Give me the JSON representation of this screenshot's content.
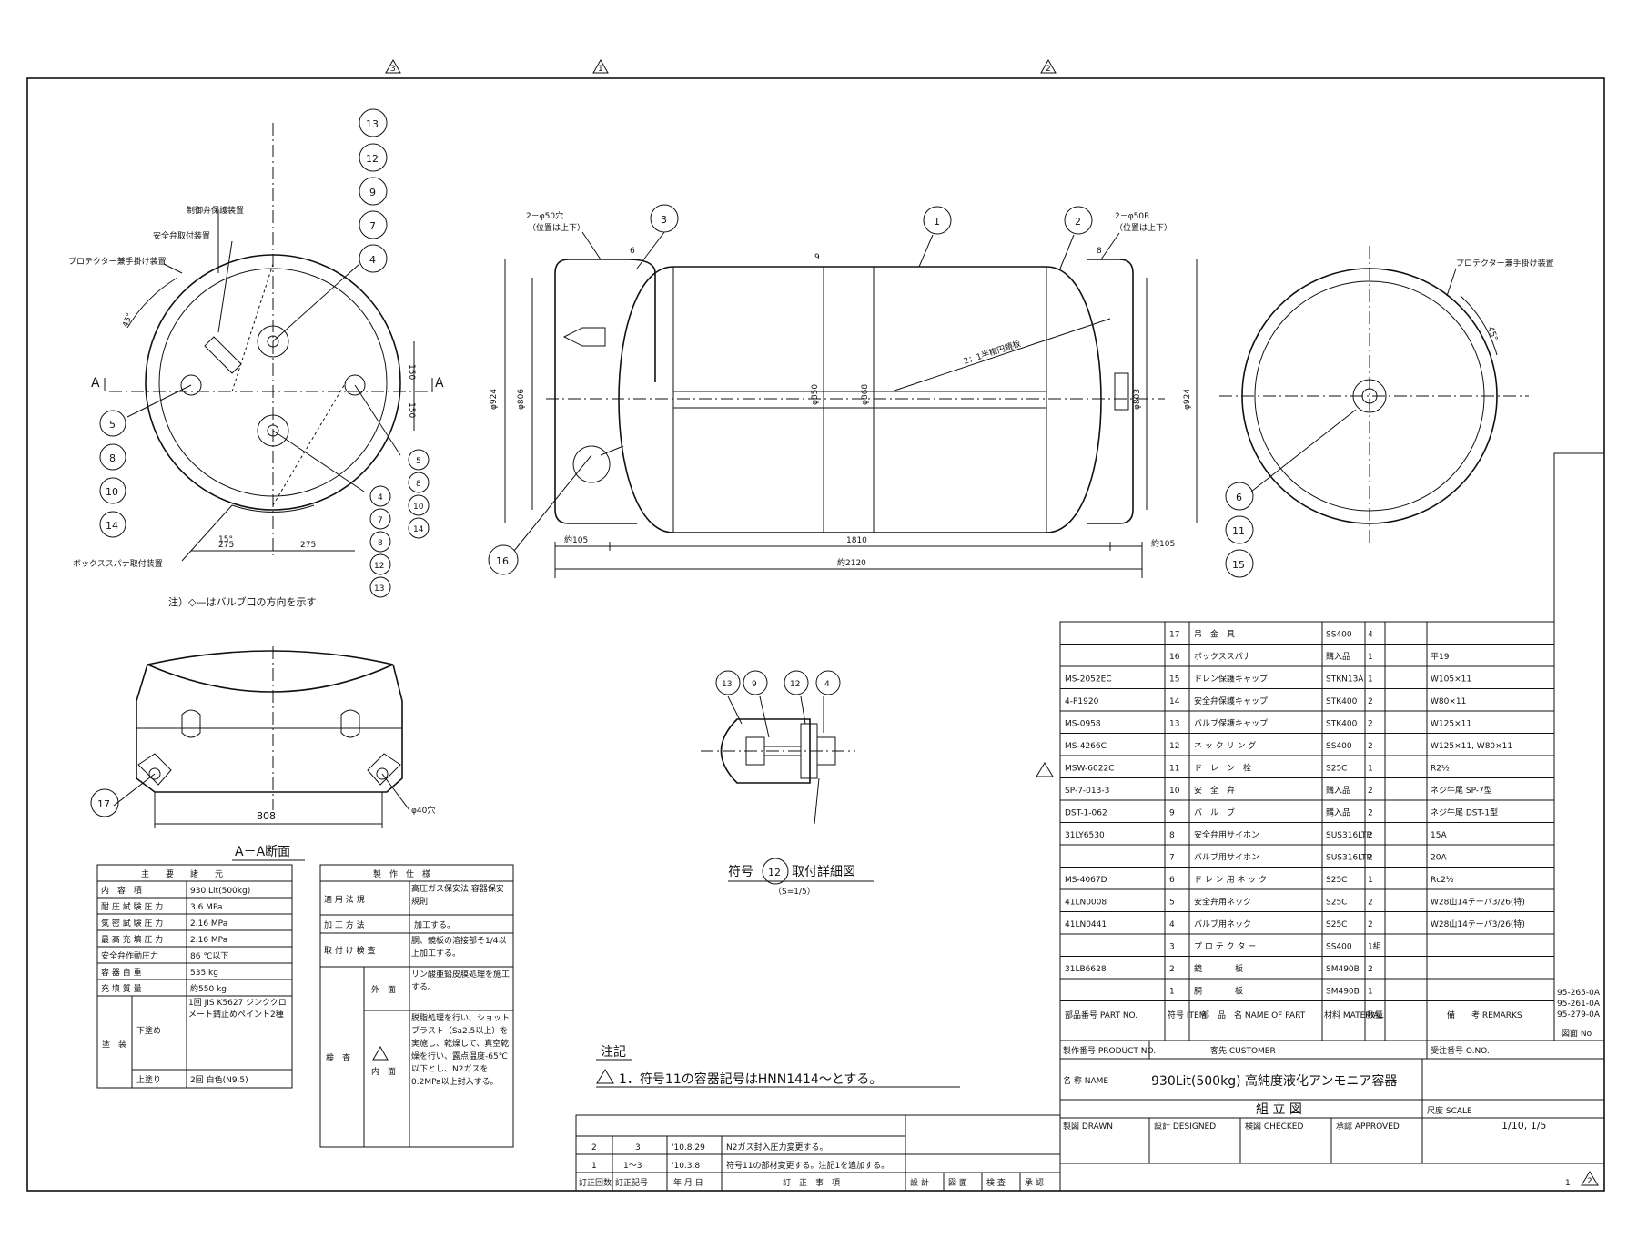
{
  "revision_triangles": [
    "3",
    "1",
    "2"
  ],
  "left_view": {
    "callouts_top": [
      "13",
      "12",
      "9",
      "7",
      "4"
    ],
    "callouts_left": [
      "5",
      "8",
      "10",
      "14"
    ],
    "callouts_right_a": [
      "5",
      "8",
      "10",
      "14"
    ],
    "callouts_right_b": [
      "4",
      "7",
      "8",
      "12",
      "13"
    ],
    "labels": {
      "valve_protect": "制御弁保護装置",
      "safety_valve": "安全弁取付装置",
      "protector": "プロテクター兼手掛け装置",
      "box_spanner": "ボックススパナ取付装置"
    },
    "dims": {
      "d275a": "275",
      "d275b": "275",
      "d150a": "150",
      "d150b": "150",
      "ang45": "45°",
      "ang15": "15°"
    },
    "section_a_left": "A",
    "section_a_right": "A",
    "note": "注）◇—はバルブ口の方向を示す"
  },
  "section_view": {
    "callout": "17",
    "dim_width": "808",
    "hole": "φ40穴",
    "title": "A－A断面"
  },
  "main_view": {
    "callouts": [
      "3",
      "1",
      "2",
      "16"
    ],
    "hole_left": "2－φ50穴",
    "hole_left_sub": "（位置は上下）",
    "hole_right": "2－φ50R",
    "hole_right_sub": "（位置は上下）",
    "thk_left": "6",
    "thk_mid": "9",
    "thk_right": "8",
    "dia_924_left": "φ924",
    "dia_806": "φ806",
    "dia_850": "φ850",
    "dia_868": "φ868",
    "dia_803": "φ803",
    "dia_924_right": "φ924",
    "ellipse_label": "2：1半楕円鏡板",
    "dim_105_left": "約105",
    "dim_1810": "1810",
    "dim_105_right": "約105",
    "dim_2120": "約2120"
  },
  "right_view": {
    "callouts": [
      "6",
      "11",
      "15"
    ],
    "protector": "プロテクター兼手掛け装置",
    "ang45": "45°"
  },
  "detail_view": {
    "callouts": [
      "13",
      "9",
      "12",
      "4"
    ],
    "title": "符号",
    "title_num": "12",
    "title_tail": "取付詳細図",
    "scale": "（S=1/5）"
  },
  "spec_table": {
    "header": "主　　要　　諸　　元",
    "rows": [
      [
        "内　容　積",
        "930 Lit(500kg)"
      ],
      [
        "耐 圧 試 験 圧 力",
        "3.6 MPa"
      ],
      [
        "気 密 試 験 圧 力",
        "2.16 MPa"
      ],
      [
        "最 高 充 填 圧 力",
        "2.16 MPa"
      ],
      [
        "安全弁作動圧力",
        "86 ℃以下"
      ],
      [
        "容 器 自 重",
        "535 kg"
      ],
      [
        "充 填 質 量",
        "約550 kg"
      ]
    ],
    "paint_label": "塗　装",
    "paint_under": "下塗め",
    "paint_under_val": "1回 JIS K5627 ジンククロメート錆止めペイント2種",
    "paint_top": "上塗り",
    "paint_top_val": "2回 白色(N9.5)"
  },
  "mfg_table": {
    "header": "製　作　仕　様",
    "rows": [
      [
        "適 用 法 規",
        "高圧ガス保安法 容器保安規則"
      ],
      [
        "加 工 方 法",
        "加工する。"
      ],
      [
        "取 付 け 検 査",
        "胴、鏡板の溶接部そ1/4以上加工する。"
      ]
    ],
    "insp_label": "検　査",
    "outer_label": "外　面",
    "outer_val": "リン酸亜鉛皮膜処理を施工する。",
    "inner_label": "内　面",
    "inner_val": "脱脂処理を行い、ショットブラスト（Sa2.5以上）を実施し、乾燥して、真空乾燥を行い、露点温度-65℃以下とし、N2ガスを0.2MPa以上封入する。"
  },
  "notes": {
    "title": "注記",
    "line1": "1．符号11の容器記号はHNN1414～とする。"
  },
  "revisions": {
    "rows": [
      [
        "2",
        "3",
        "'10.8.29",
        "N2ガス封入圧力変更する。"
      ],
      [
        "1",
        "1～3",
        "'10.3.8",
        "符号11の部材変更する。注記1を追加する。"
      ]
    ],
    "headers": [
      "訂正回数",
      "訂正記号",
      "年 月 日",
      "訂　正　事　項",
      "設 計",
      "図 面",
      "検 査",
      "承 認"
    ]
  },
  "parts": {
    "rows": [
      [
        "",
        "17",
        "吊　金　具",
        "SS400",
        "4",
        "",
        ""
      ],
      [
        "",
        "16",
        "ボックススパナ",
        "購入品",
        "1",
        "",
        "平19"
      ],
      [
        "MS-2052EC",
        "15",
        "ドレン保護キャップ",
        "STKN13A",
        "1",
        "",
        "W105×11"
      ],
      [
        "4-P1920",
        "14",
        "安全弁保護キャップ",
        "STK400",
        "2",
        "",
        "W80×11"
      ],
      [
        "MS-0958",
        "13",
        "バルブ保護キャップ",
        "STK400",
        "2",
        "",
        "W125×11"
      ],
      [
        "MS-4266C",
        "12",
        "ネ ッ ク リ ン グ",
        "SS400",
        "2",
        "",
        "W125×11, W80×11"
      ],
      [
        "MSW-6022C",
        "11",
        "ド　レ　ン　栓",
        "S25C",
        "1",
        "",
        "R2½"
      ],
      [
        "SP-7-013-3",
        "10",
        "安　全　弁",
        "購入品",
        "2",
        "",
        "ネジ牛尾 SP-7型"
      ],
      [
        "DST-1-062",
        "9",
        "バ　ル　ブ",
        "購入品",
        "2",
        "",
        "ネジ牛尾 DST-1型"
      ],
      [
        "31LY6530",
        "8",
        "安全弁用サイホン",
        "SUS316LTP",
        "2",
        "",
        "15A"
      ],
      [
        "",
        "7",
        "バルブ用サイホン",
        "SUS316LTP",
        "2",
        "",
        "20A"
      ],
      [
        "MS-4067D",
        "6",
        "ド レ ン 用 ネ ッ ク",
        "S25C",
        "1",
        "",
        "Rc2½"
      ],
      [
        "41LN0008",
        "5",
        "安全弁用ネック",
        "S25C",
        "2",
        "",
        "W28山14テーパ3/26(特)"
      ],
      [
        "41LN0441",
        "4",
        "バルブ用ネック",
        "S25C",
        "2",
        "",
        "W28山14テーパ3/26(特)"
      ],
      [
        "",
        "3",
        "プ ロ テ ク タ ー",
        "SS400",
        "1組",
        "",
        ""
      ],
      [
        "31LB6628",
        "2",
        "鏡　　　　板",
        "SM490B",
        "2",
        "",
        ""
      ],
      [
        "",
        "1",
        "胴　　　　板",
        "SM490B",
        "1",
        "",
        ""
      ]
    ],
    "headers": [
      "部品番号 PART NO.",
      "符号 ITEM",
      "部　品　名 NAME OF PART",
      "材料 MATERIAL",
      "数量",
      "",
      "備　　考 REMARKS"
    ],
    "side_refs": [
      "95-265-0A",
      "95-261-0A",
      "95-279-0A"
    ],
    "side_header": "図面 No"
  },
  "title_block": {
    "product_no": "製作番号 PRODUCT NO.",
    "customer": "客先 CUSTOMER",
    "order_no": "受注番号 O.NO.",
    "name_label": "名 称 NAME",
    "name_value": "930Lit(500kg) 高純度液化アンモニア容器",
    "drawing_kind": "組 立 図",
    "designed": "設計 DESIGNED",
    "checked": "検図 CHECKED",
    "approved": "承認 APPROVED",
    "scale_label": "尺度 SCALE",
    "scale_value": "1/10, 1/5",
    "drawn": "製図 DRAWN",
    "sheet": "1",
    "rev_mark": "2"
  }
}
